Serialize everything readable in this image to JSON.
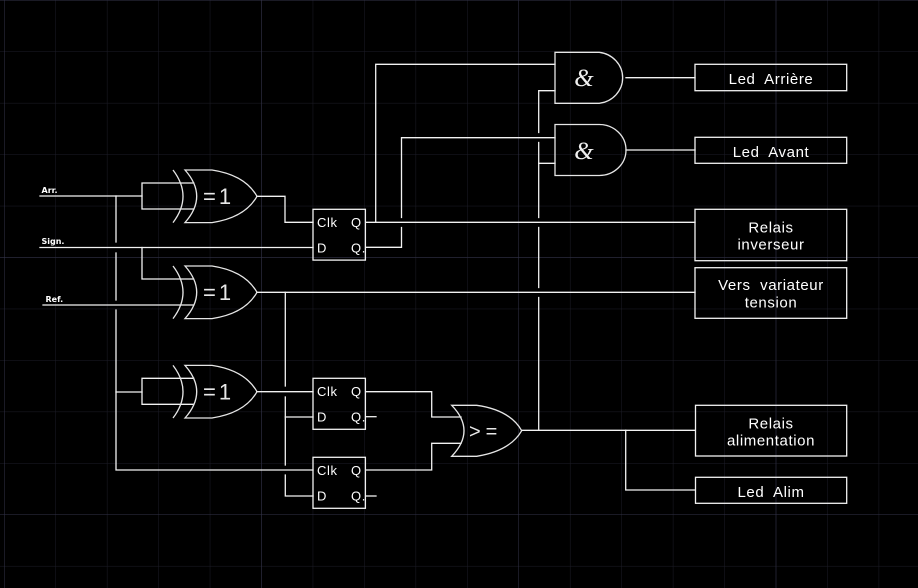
{
  "colors": {
    "background": "#000000",
    "wire": "#f2f2f2",
    "grid_minor": "#1d1d27",
    "grid_major": "#33334a"
  },
  "inputs": [
    {
      "label": "Arr."
    },
    {
      "label": "Sign."
    },
    {
      "label": "Ref."
    }
  ],
  "gates": {
    "xor": [
      {
        "symbol": "=1"
      },
      {
        "symbol": "=1"
      },
      {
        "symbol": "=1"
      }
    ],
    "and": [
      {
        "symbol": "&"
      },
      {
        "symbol": "&"
      }
    ],
    "or": {
      "symbol": ">="
    }
  },
  "flipflops": [
    {
      "clk": "Clk",
      "d": "D",
      "q": "Q",
      "qbar": "Q."
    },
    {
      "clk": "Clk",
      "d": "D",
      "q": "Q",
      "qbar": "Q."
    },
    {
      "clk": "Clk",
      "d": "D",
      "q": "Q",
      "qbar": "Q."
    }
  ],
  "outputs": [
    {
      "lines": [
        "Led  Arrière"
      ]
    },
    {
      "lines": [
        "Led  Avant"
      ]
    },
    {
      "lines": [
        "Relais",
        "inverseur"
      ]
    },
    {
      "lines": [
        "Vers  variateur",
        "tension"
      ]
    },
    {
      "lines": [
        "Relais",
        "alimentation"
      ]
    },
    {
      "lines": [
        "Led  Alim"
      ]
    }
  ]
}
